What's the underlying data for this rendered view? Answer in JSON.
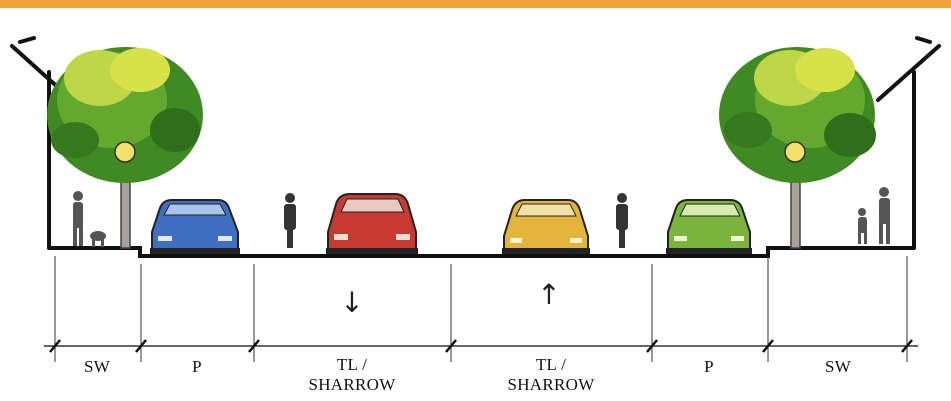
{
  "colors": {
    "accent_bar": "#f0a23a",
    "car_blue": "#3f6fc0",
    "car_red": "#c63a32",
    "car_yellow": "#e4b53a",
    "car_green": "#7bb43a",
    "tree_foliage": "#4f9a2a",
    "tree_highlight": "#d7e24a",
    "ink": "#111111"
  },
  "segments": [
    {
      "id": "sw-left",
      "lines": [
        "SW"
      ]
    },
    {
      "id": "p-left",
      "lines": [
        "P"
      ]
    },
    {
      "id": "tl-sharrow-left",
      "lines": [
        "TL /",
        "SHARROW"
      ],
      "arrow": "↓"
    },
    {
      "id": "tl-sharrow-right",
      "lines": [
        "TL /",
        "SHARROW"
      ],
      "arrow": "↑"
    },
    {
      "id": "p-right",
      "lines": [
        "P"
      ]
    },
    {
      "id": "sw-right",
      "lines": [
        "SW"
      ]
    }
  ]
}
